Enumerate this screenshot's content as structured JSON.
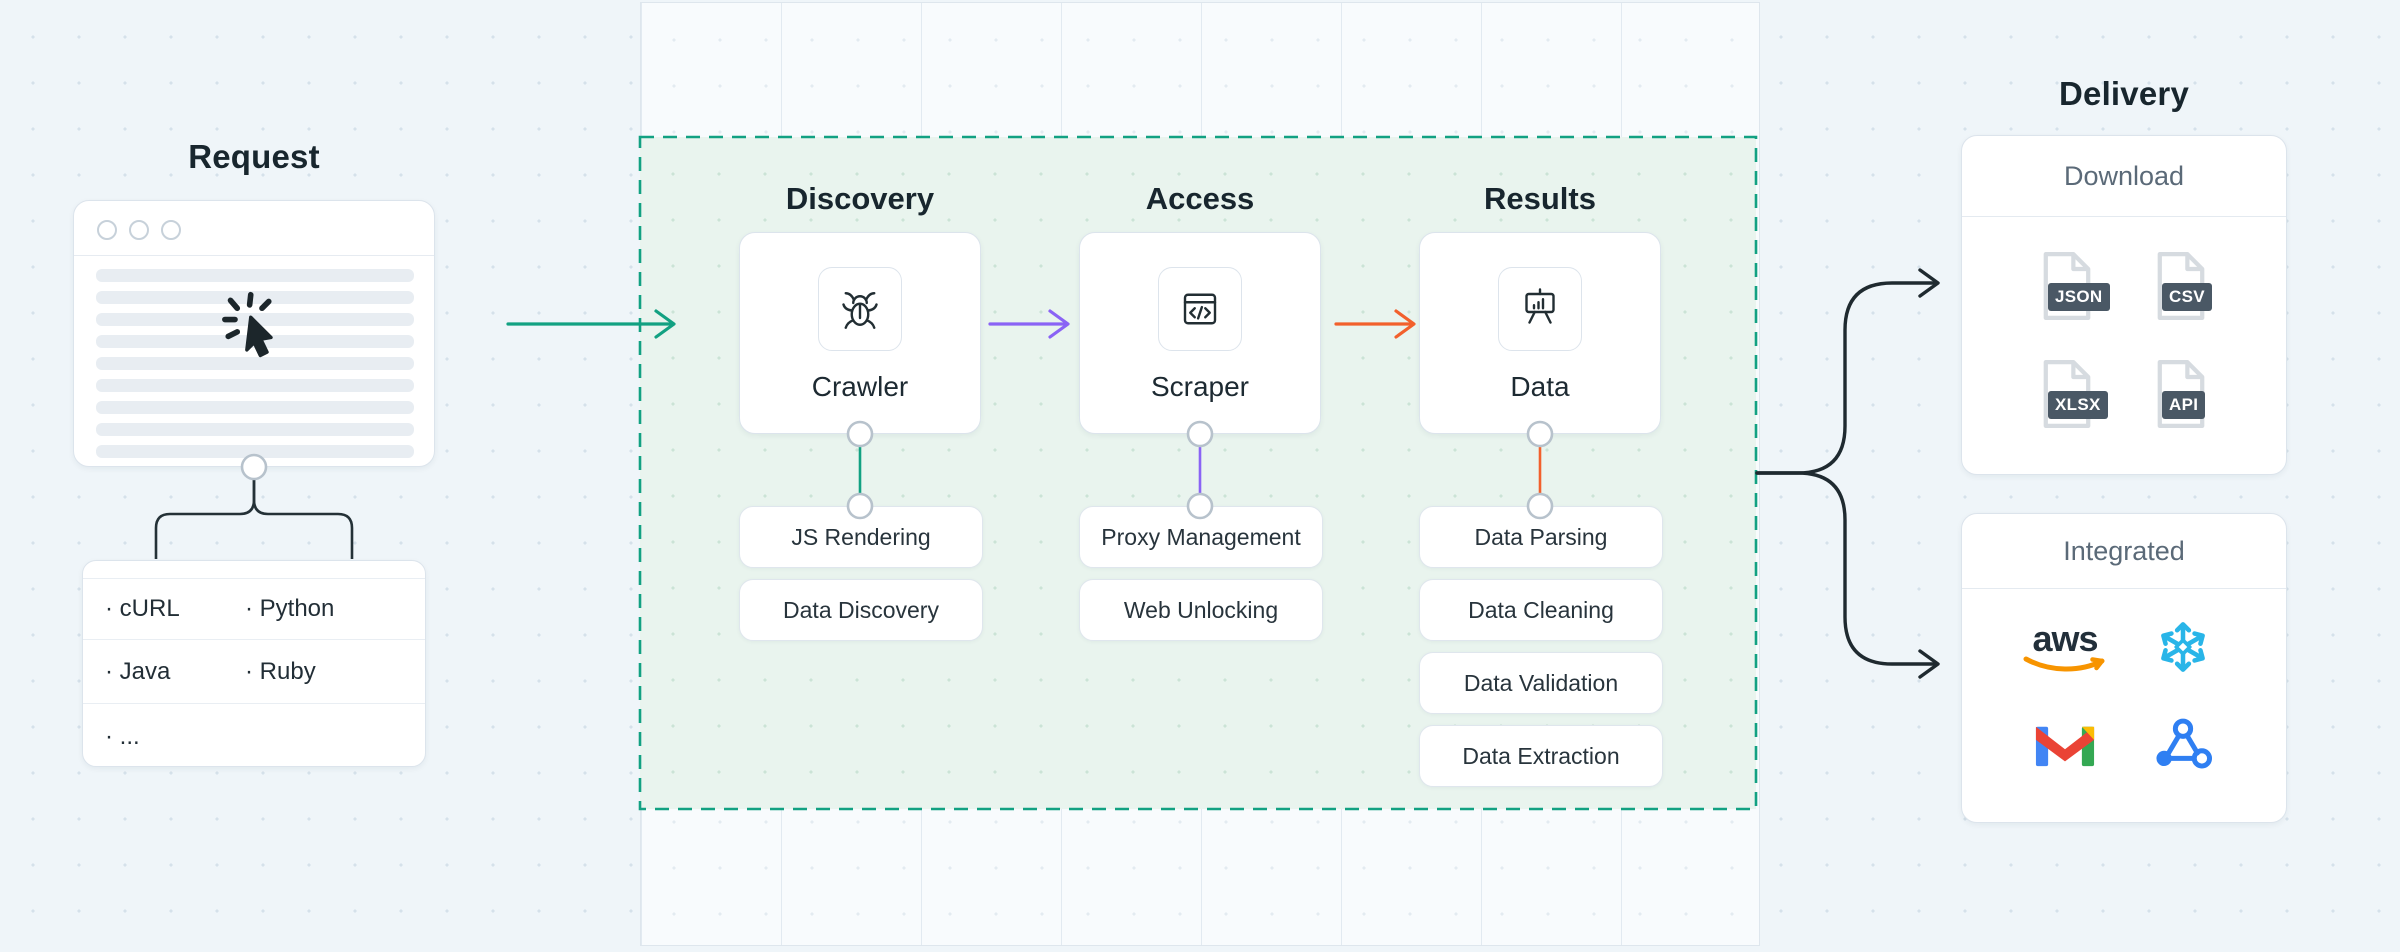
{
  "request": {
    "title": "Request",
    "languages": {
      "rows": [
        {
          "left": "· cURL",
          "right": "· Python"
        },
        {
          "left": "· Java",
          "right": "· Ruby"
        },
        {
          "left": "· ...",
          "right": ""
        }
      ]
    }
  },
  "pipeline": {
    "stages": [
      {
        "title": "Discovery",
        "card": "Crawler",
        "icon": "bug-icon",
        "pills": [
          "JS Rendering",
          "Data Discovery"
        ]
      },
      {
        "title": "Access",
        "card": "Scraper",
        "icon": "code-window-icon",
        "pills": [
          "Proxy Management",
          "Web Unlocking"
        ]
      },
      {
        "title": "Results",
        "card": "Data",
        "icon": "presentation-chart-icon",
        "pills": [
          "Data Parsing",
          "Data Cleaning",
          "Data Validation",
          "Data Extraction"
        ]
      }
    ]
  },
  "delivery": {
    "title": "Delivery",
    "download": {
      "title": "Download",
      "formats": [
        "JSON",
        "CSV",
        "XLSX",
        "API"
      ]
    },
    "integrated": {
      "title": "Integrated",
      "services": [
        "aws-icon",
        "snowflake-icon",
        "gmail-icon",
        "webhook-icon"
      ]
    }
  },
  "colors": {
    "accent_green": "#12a182",
    "accent_purple": "#8a63f5",
    "accent_orange": "#f2602c",
    "line_dark": "#222e33",
    "file_label_bg": "#4a5865",
    "zone_fill": "#e9f4ee"
  }
}
